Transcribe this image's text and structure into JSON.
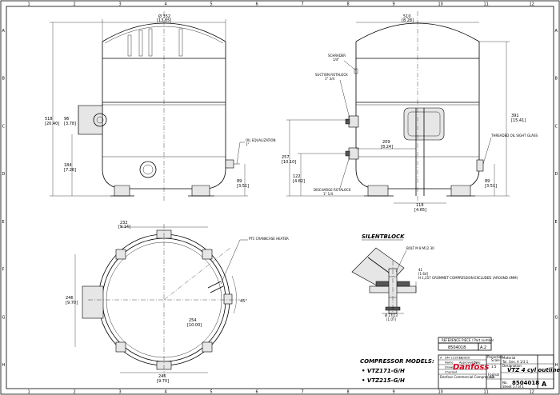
{
  "views": {
    "front": {
      "dims": {
        "width_top": "Ø 352",
        "width_top_in": "[13.85]",
        "height_total": "518",
        "height_total_in": "[20.40]",
        "side_a": "96",
        "side_a_in": "[3.78]",
        "height_mid": "184",
        "height_mid_in": "[7.26]",
        "foot_h": "89",
        "foot_h_in": "[3.51]"
      },
      "labels": {
        "oil_equalization": "OIL EQUALIZATION",
        "oil_size": "1\""
      }
    },
    "side": {
      "dims": {
        "top_w": "510",
        "top_w_in": "[8.28]",
        "height_right": "391",
        "height_right_in": "[15.41]",
        "discharge_h": "257",
        "discharge_h_in": "[10.10]",
        "lower_h": "122",
        "lower_h_in": "[4.82]",
        "body_w": "209",
        "body_w_in": "[8.24]",
        "base_w": "118",
        "base_w_in": "[4.65]",
        "foot_right": "89",
        "foot_right_in": "[3.51]"
      },
      "labels": {
        "schrader": "SCHRADER",
        "schrader_size": "1/4\"",
        "suction": "SUCTION ROTALOCK",
        "suction_size": "1\" 3/4",
        "discharge": "DISCHARGE ROTALOCK",
        "discharge_size": "1\" 1/4",
        "sight_glass": "THREADED OIL SIGHT GLASS"
      }
    },
    "top": {
      "dims": {
        "top_w": "232",
        "top_w_in": "[9.14]",
        "left_h": "246",
        "left_h_in": "[9.70]",
        "bottom_w": "246",
        "bottom_w_in": "[9.70]",
        "radius": "254",
        "radius_in": "[10.00]",
        "angle": "45°"
      },
      "labels": {
        "ptc": "PTC CRANKCASE HEATER"
      }
    },
    "silentblock": {
      "title": "SILENTBLOCK",
      "bolt": "BOLT M 8 M12 30",
      "h": "41",
      "h_in": "[1.64]",
      "grommet": "H 1,257 GROMMET COMPRESSION EXCLUDED (AROUND 4MM)",
      "d": "Ø 27.13",
      "d_in": "[1.07]"
    }
  },
  "title_block": {
    "reference_header": "REFERENCE PIECE / Part number",
    "reference_value": "8504018",
    "rev_value": "A.2",
    "projection_label": "Projection",
    "scale_label": "Scale",
    "scale_value": "1:5",
    "format_label": "Format",
    "format_value": "A3",
    "material_label": "Material",
    "tolerance_label": "Tol. Gen.",
    "tolerance_value": "A 1/3.1",
    "designation_label": "Designation",
    "designation_value": "VTZ 4 cyl outline",
    "brand": "Danfoss",
    "company": "Danfoss Commercial Compressors",
    "number_label": "No.",
    "number_value": "8504018",
    "sheet_rev": "A",
    "rows": [
      [
        "A",
        "DM 11/2012",
        "ISSUED"
      ],
      [
        "",
        "Name",
        "Approved by",
        "Date"
      ],
      [
        "",
        "Drawn",
        "",
        ""
      ],
      [
        "",
        "Checked",
        "",
        ""
      ]
    ],
    "sheet_info": "Sheet 1 / of 1"
  },
  "models": {
    "title": "COMPRESSOR MODELS:",
    "items": [
      "VTZ171-G/H",
      "VTZ215-G/H"
    ]
  },
  "border": {
    "cols": [
      "1",
      "2",
      "3",
      "4",
      "5",
      "6",
      "7",
      "8",
      "9",
      "10",
      "11",
      "12"
    ],
    "rows": [
      "A",
      "B",
      "C",
      "D",
      "E",
      "F",
      "G",
      "H"
    ]
  }
}
